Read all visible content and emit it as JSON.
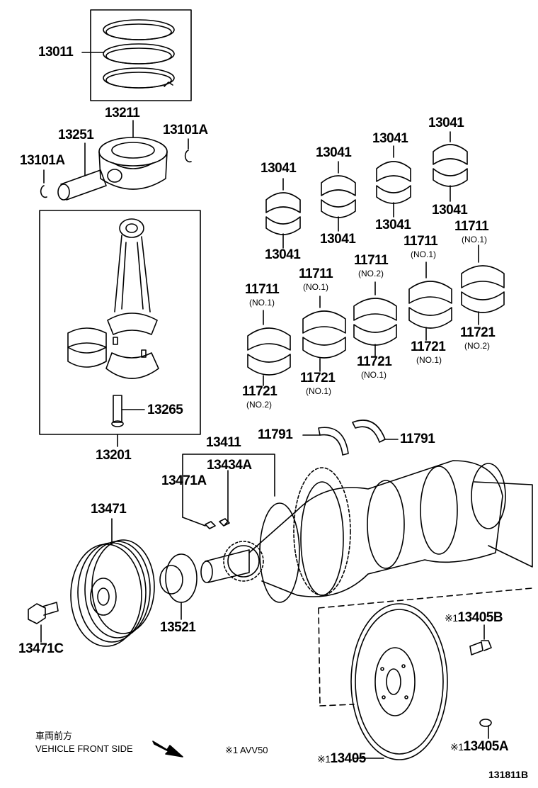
{
  "parts": {
    "piston_ring_set": "13011",
    "piston": "13211",
    "piston_pin": "13251",
    "snap_ring_right": "13101A",
    "snap_ring_left": "13101A",
    "connecting_rod_assy": "13201",
    "con_rod_bolt": "13265",
    "rod_bearing_1": "13041",
    "rod_bearing_1b": "13041",
    "rod_bearing_2": "13041",
    "rod_bearing_2b": "13041",
    "rod_bearing_3": "13041",
    "rod_bearing_3b": "13041",
    "rod_bearing_4": "13041",
    "rod_bearing_4b": "13041",
    "main_upper_1": "11711",
    "main_upper_1_sub": "(NO.1)",
    "main_upper_2": "11711",
    "main_upper_2_sub": "(NO.1)",
    "main_upper_3": "11711",
    "main_upper_3_sub": "(NO.2)",
    "main_upper_4": "11711",
    "main_upper_4_sub": "(NO.1)",
    "main_upper_5": "11711",
    "main_upper_5_sub": "(NO.1)",
    "main_lower_1": "11721",
    "main_lower_1_sub": "(NO.2)",
    "main_lower_2": "11721",
    "main_lower_2_sub": "(NO.1)",
    "main_lower_3": "11721",
    "main_lower_3_sub": "(NO.1)",
    "main_lower_4": "11721",
    "main_lower_4_sub": "(NO.1)",
    "main_lower_5": "11721",
    "main_lower_5_sub": "(NO.2)",
    "thrust_washer_left": "11791",
    "thrust_washer_right": "11791",
    "crankshaft": "13411",
    "crank_key_a": "13434A",
    "pulley_key": "13471A",
    "crank_pulley": "13471",
    "pulley_bolt": "13471C",
    "timing_sprocket": "13521",
    "flywheel": "13405",
    "flywheel_bolt": "13405B",
    "flywheel_pin": "13405A"
  },
  "marks": {
    "flywheel": "※1",
    "flywheel_bolt": "※1",
    "flywheel_pin": "※1"
  },
  "notes": {
    "vehicle_front_jp": "車両前方",
    "vehicle_front_en": "VEHICLE FRONT SIDE",
    "applicability": "※1 AVV50",
    "diagram_ref": "131811B"
  }
}
